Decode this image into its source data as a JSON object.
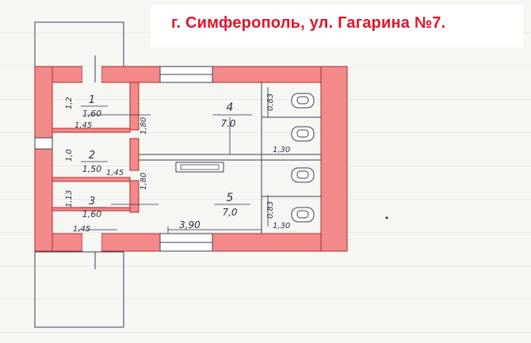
{
  "title": "г. Симферополь, ул. Гагарина №7.",
  "colors": {
    "wall_fill": "#f28a8a",
    "wall_stroke": "#b22a2a",
    "ink": "#2a2f4a",
    "title_red": "#e0142a",
    "paper": "#f6f6f3"
  },
  "rooms": [
    {
      "number": "1",
      "area": "1,60"
    },
    {
      "number": "2",
      "area": "1,50"
    },
    {
      "number": "3",
      "area": "1,60"
    },
    {
      "number": "4",
      "area": "7.0"
    },
    {
      "number": "5",
      "area": "7,0"
    }
  ],
  "dimensions": {
    "room1_height": "1,2",
    "room1_width": "1,45",
    "room2_height": "1,0",
    "room2_width": "1,45",
    "room3_height": "1,13",
    "room3_width": "1,45",
    "corridor_upper": "1,80",
    "corridor_lower": "1,80",
    "stall_top": "0,83",
    "stall_bottom": "0,83",
    "stall_width_top": "1,30",
    "stall_width_bottom": "1,30",
    "main_width": "3,90"
  },
  "fixtures": [
    "toilet-icon",
    "toilet-icon",
    "toilet-icon",
    "toilet-icon",
    "vent-grille-icon"
  ]
}
